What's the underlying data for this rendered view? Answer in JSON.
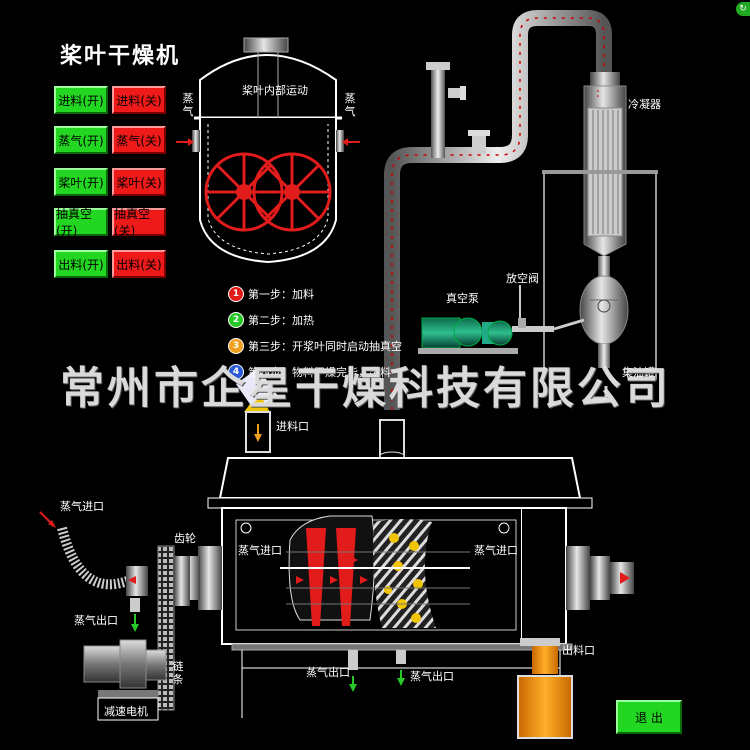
{
  "title": "桨叶干燥机",
  "controls": [
    {
      "on": "进料(开)",
      "off": "进料(关)"
    },
    {
      "on": "蒸气(开)",
      "off": "蒸气(关)"
    },
    {
      "on": "桨叶(开)",
      "off": "桨叶(关)"
    },
    {
      "on": "抽真空(开)",
      "off": "抽真空(关)"
    },
    {
      "on": "出料(开)",
      "off": "出料(关)"
    }
  ],
  "vessel": {
    "caption": "桨叶内部运动",
    "steam_left": "蒸气",
    "steam_right": "蒸气"
  },
  "steps": [
    {
      "num": "1",
      "color": "#e21b1b",
      "text": "第一步：加料"
    },
    {
      "num": "2",
      "color": "#28c828",
      "text": "第二步：加热"
    },
    {
      "num": "3",
      "color": "#f0a020",
      "text": "第三步：开浆叶同时启动抽真空"
    },
    {
      "num": "4",
      "color": "#2a5ad8",
      "text": "第四步：物料干燥完毕，出料"
    }
  ],
  "labels": {
    "condenser": "冷凝器",
    "vent_valve": "放空阀",
    "vacuum_pump": "真空泵",
    "collector": "集油罐",
    "feed_inlet": "进料口",
    "steam_inlet_top": "蒸气进口",
    "gear": "齿轮",
    "steam_inlet_left": "蒸气进口",
    "steam_inlet_right": "蒸气进口",
    "steam_outlet_left": "蒸气出口",
    "steam_outlet_mid": "蒸气出口",
    "steam_outlet_right": "蒸气出口",
    "chain": "链条",
    "motor": "减速电机",
    "discharge": "出料口"
  },
  "watermark": "常州市企星干燥科技有限公司",
  "exit_label": "退 出",
  "corner_icon": "refresh-icon"
}
